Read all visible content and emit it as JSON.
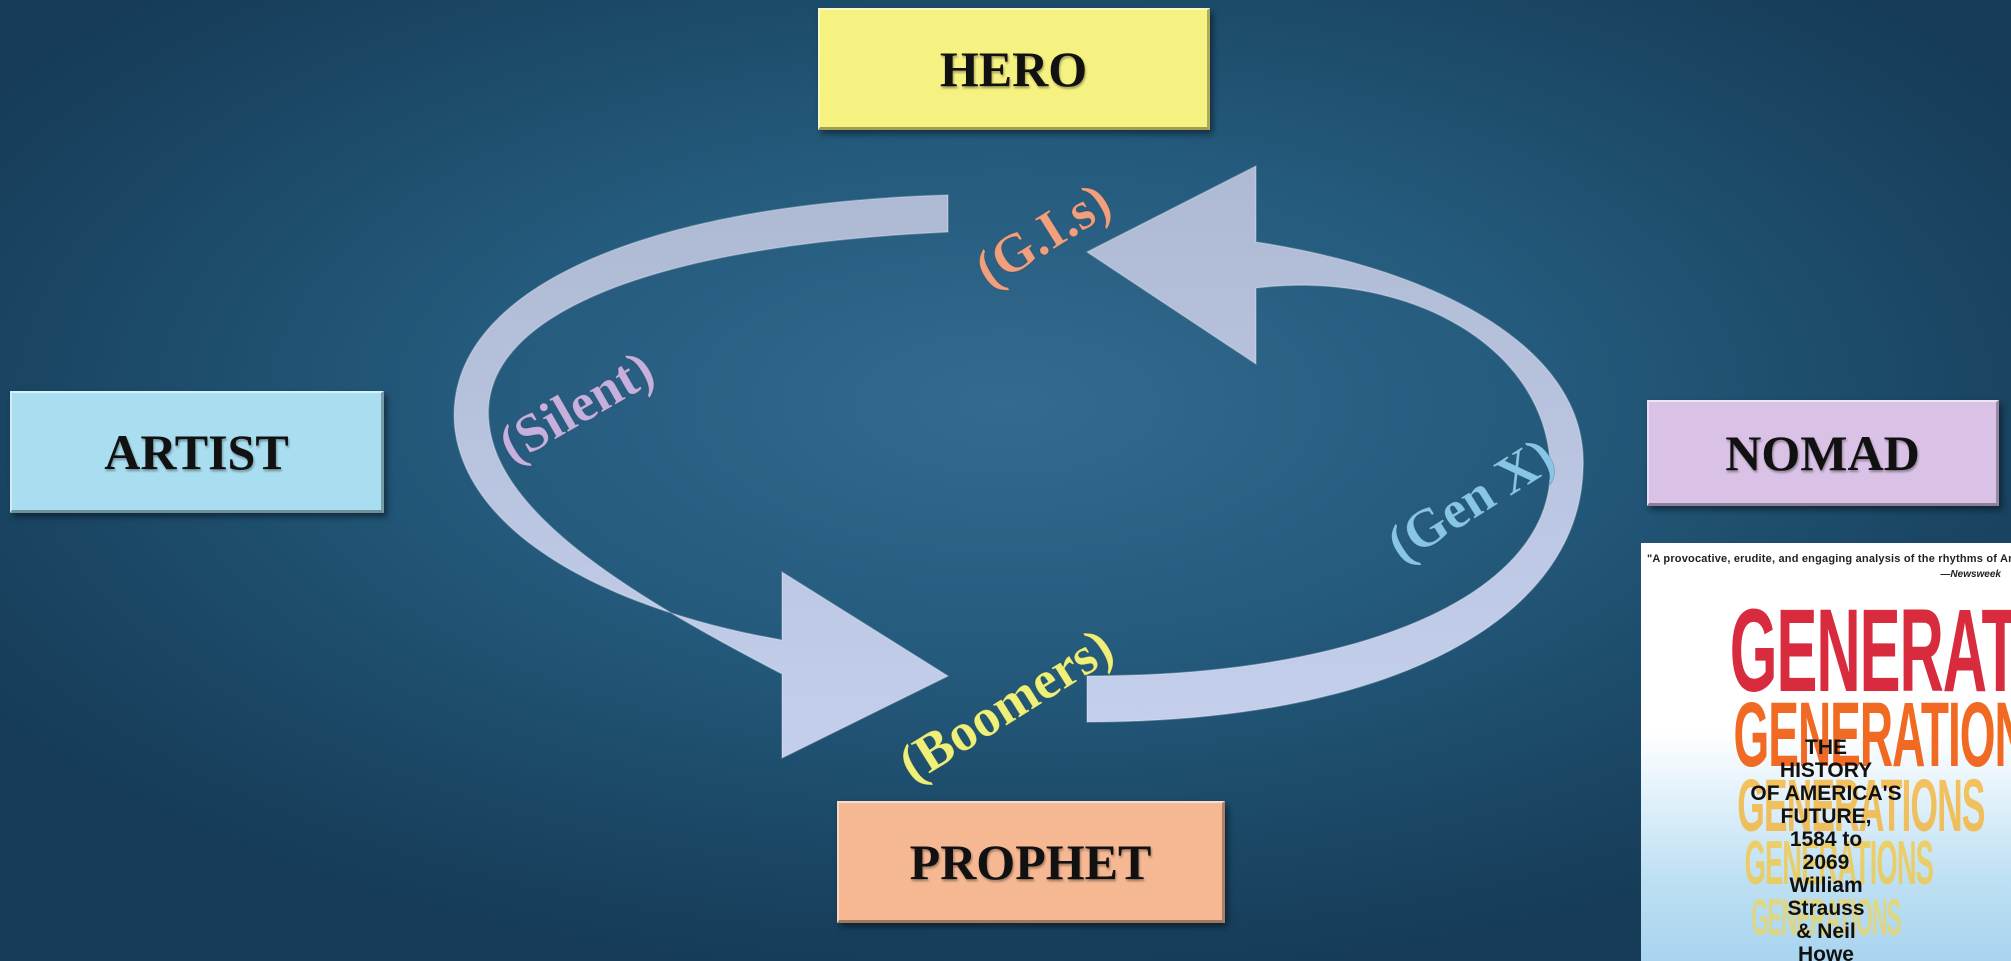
{
  "archetypes": {
    "hero": "HERO",
    "artist": "ARTIST",
    "nomad": "NOMAD",
    "prophet": "PROPHET"
  },
  "generations": {
    "gis": "(G.I.s)",
    "silent": "(Silent)",
    "gen_x": "(Gen X)",
    "boomers": "(Boomers)"
  },
  "colors": {
    "hero_box": "#f6f282",
    "artist_box": "#a9def0",
    "nomad_box": "#dac2e6",
    "prophet_box": "#f5b893",
    "gis_label": "#f0a07e",
    "silent_label": "#c5b0de",
    "gen_x_label": "#88c6e6",
    "boomers_label": "#eef07a",
    "arrow": "#c3cfec"
  },
  "book": {
    "quote": "\"A provocative, erudite, and engaging analysis of the rhythms of American life\"",
    "source": "—Newsweek",
    "title": "GENERATIONS",
    "subtitle_lines": [
      "THE",
      "HISTORY",
      "OF AMERICA'S",
      "FUTURE,",
      "1584 to",
      "2069",
      "William",
      "Strauss",
      "& Neil",
      "Howe"
    ]
  }
}
